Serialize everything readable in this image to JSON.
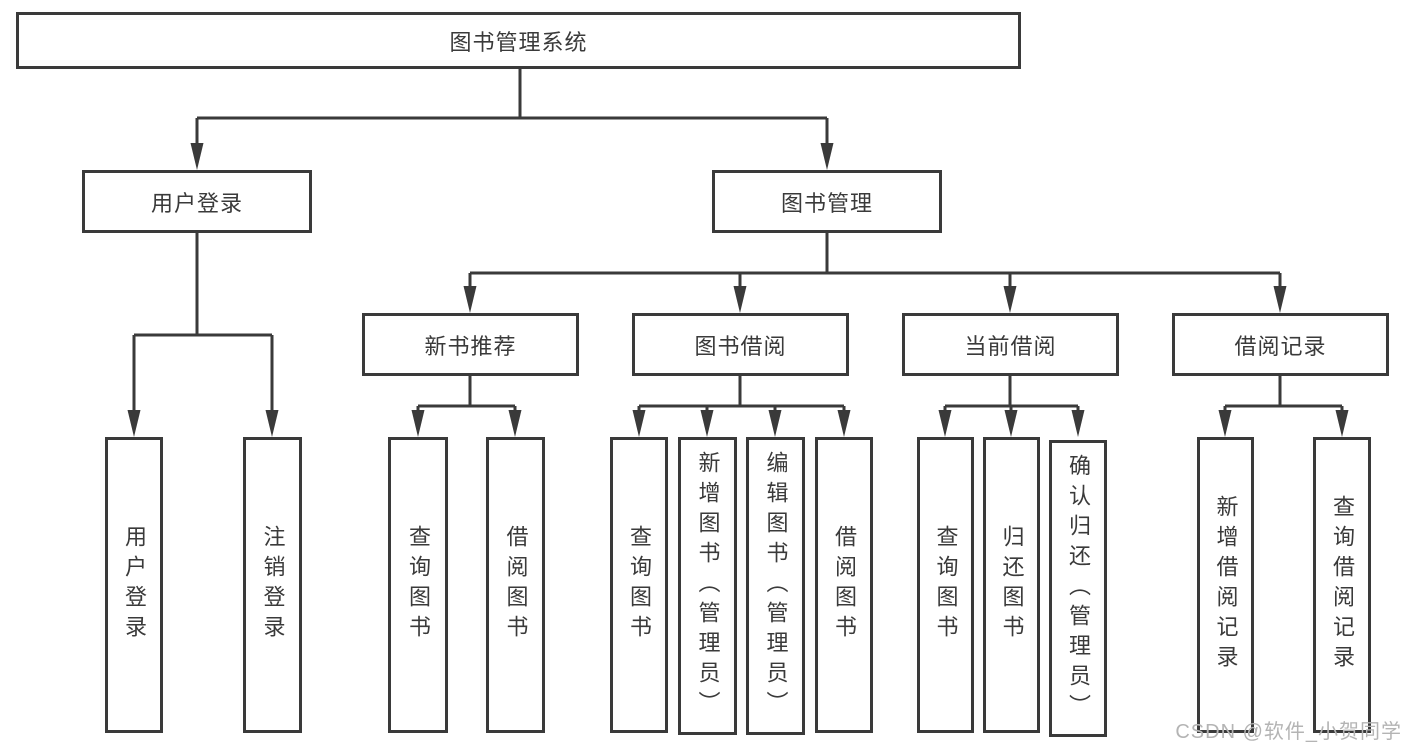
{
  "tree": {
    "label": "图书管理系统",
    "children": [
      {
        "label": "用户登录",
        "children": [
          {
            "label": "用户登录"
          },
          {
            "label": "注销登录"
          }
        ]
      },
      {
        "label": "图书管理",
        "children": [
          {
            "label": "新书推荐",
            "children": [
              {
                "label": "查询图书"
              },
              {
                "label": "借阅图书"
              }
            ]
          },
          {
            "label": "图书借阅",
            "children": [
              {
                "label": "查询图书"
              },
              {
                "label": "新增图书（管理员）"
              },
              {
                "label": "编辑图书（管理员）"
              },
              {
                "label": "借阅图书"
              }
            ]
          },
          {
            "label": "当前借阅",
            "children": [
              {
                "label": "查询图书"
              },
              {
                "label": "归还图书"
              },
              {
                "label": "确认归还（管理员）"
              }
            ]
          },
          {
            "label": "借阅记录",
            "children": [
              {
                "label": "新增借阅记录"
              },
              {
                "label": "查询借阅记录"
              }
            ]
          }
        ]
      }
    ]
  },
  "watermark": {
    "text": "CSDN @软件_小贺同学"
  },
  "colors": {
    "line": "#3a3a3a",
    "box_border": "#3a3a3a",
    "box_fill": "#ffffff",
    "text": "#3a3a3a",
    "watermark": "#b4b4b4",
    "background": "#ffffff"
  }
}
